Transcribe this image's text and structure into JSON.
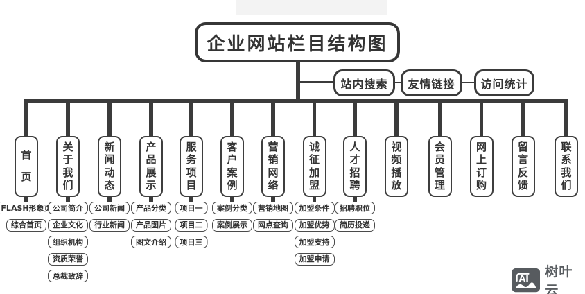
{
  "title": "企业网站栏目结构图",
  "top_links": [
    {
      "label": "站内搜索"
    },
    {
      "label": "友情链接"
    },
    {
      "label": "访问统计"
    }
  ],
  "columns": [
    {
      "label": "首页",
      "children": [
        "FLASH形象页",
        "综合首页"
      ]
    },
    {
      "label": "关于我们",
      "children": [
        "公司简介",
        "企业文化",
        "组织机构",
        "资质荣誉",
        "总裁致辞"
      ]
    },
    {
      "label": "新闻动态",
      "children": [
        "公司新闻",
        "行业新闻"
      ]
    },
    {
      "label": "产品展示",
      "children": [
        "产品分类",
        "产品图片",
        "图文介绍"
      ]
    },
    {
      "label": "服务项目",
      "children": [
        "项目一",
        "项目二",
        "项目三"
      ]
    },
    {
      "label": "客户案例",
      "children": [
        "案例分类",
        "案例展示"
      ]
    },
    {
      "label": "营销网络",
      "children": [
        "营销地图",
        "网点查询"
      ]
    },
    {
      "label": "诚征加盟",
      "children": [
        "加盟条件",
        "加盟优势",
        "加盟支持",
        "加盟申请"
      ]
    },
    {
      "label": "人才招聘",
      "children": [
        "招聘职位",
        "简历投递"
      ]
    },
    {
      "label": "视频播放",
      "children": []
    },
    {
      "label": "会员管理",
      "children": []
    },
    {
      "label": "网上订购",
      "children": []
    },
    {
      "label": "留言反馈",
      "children": []
    },
    {
      "label": "联系我们",
      "children": []
    }
  ],
  "watermark": {
    "logo": "AI",
    "brand": "树叶云"
  },
  "colors": {
    "line": "#3b3b3b",
    "box_border": "#3e3e3e",
    "background": "#ffffff",
    "watermark_gray": "#575b5f"
  }
}
